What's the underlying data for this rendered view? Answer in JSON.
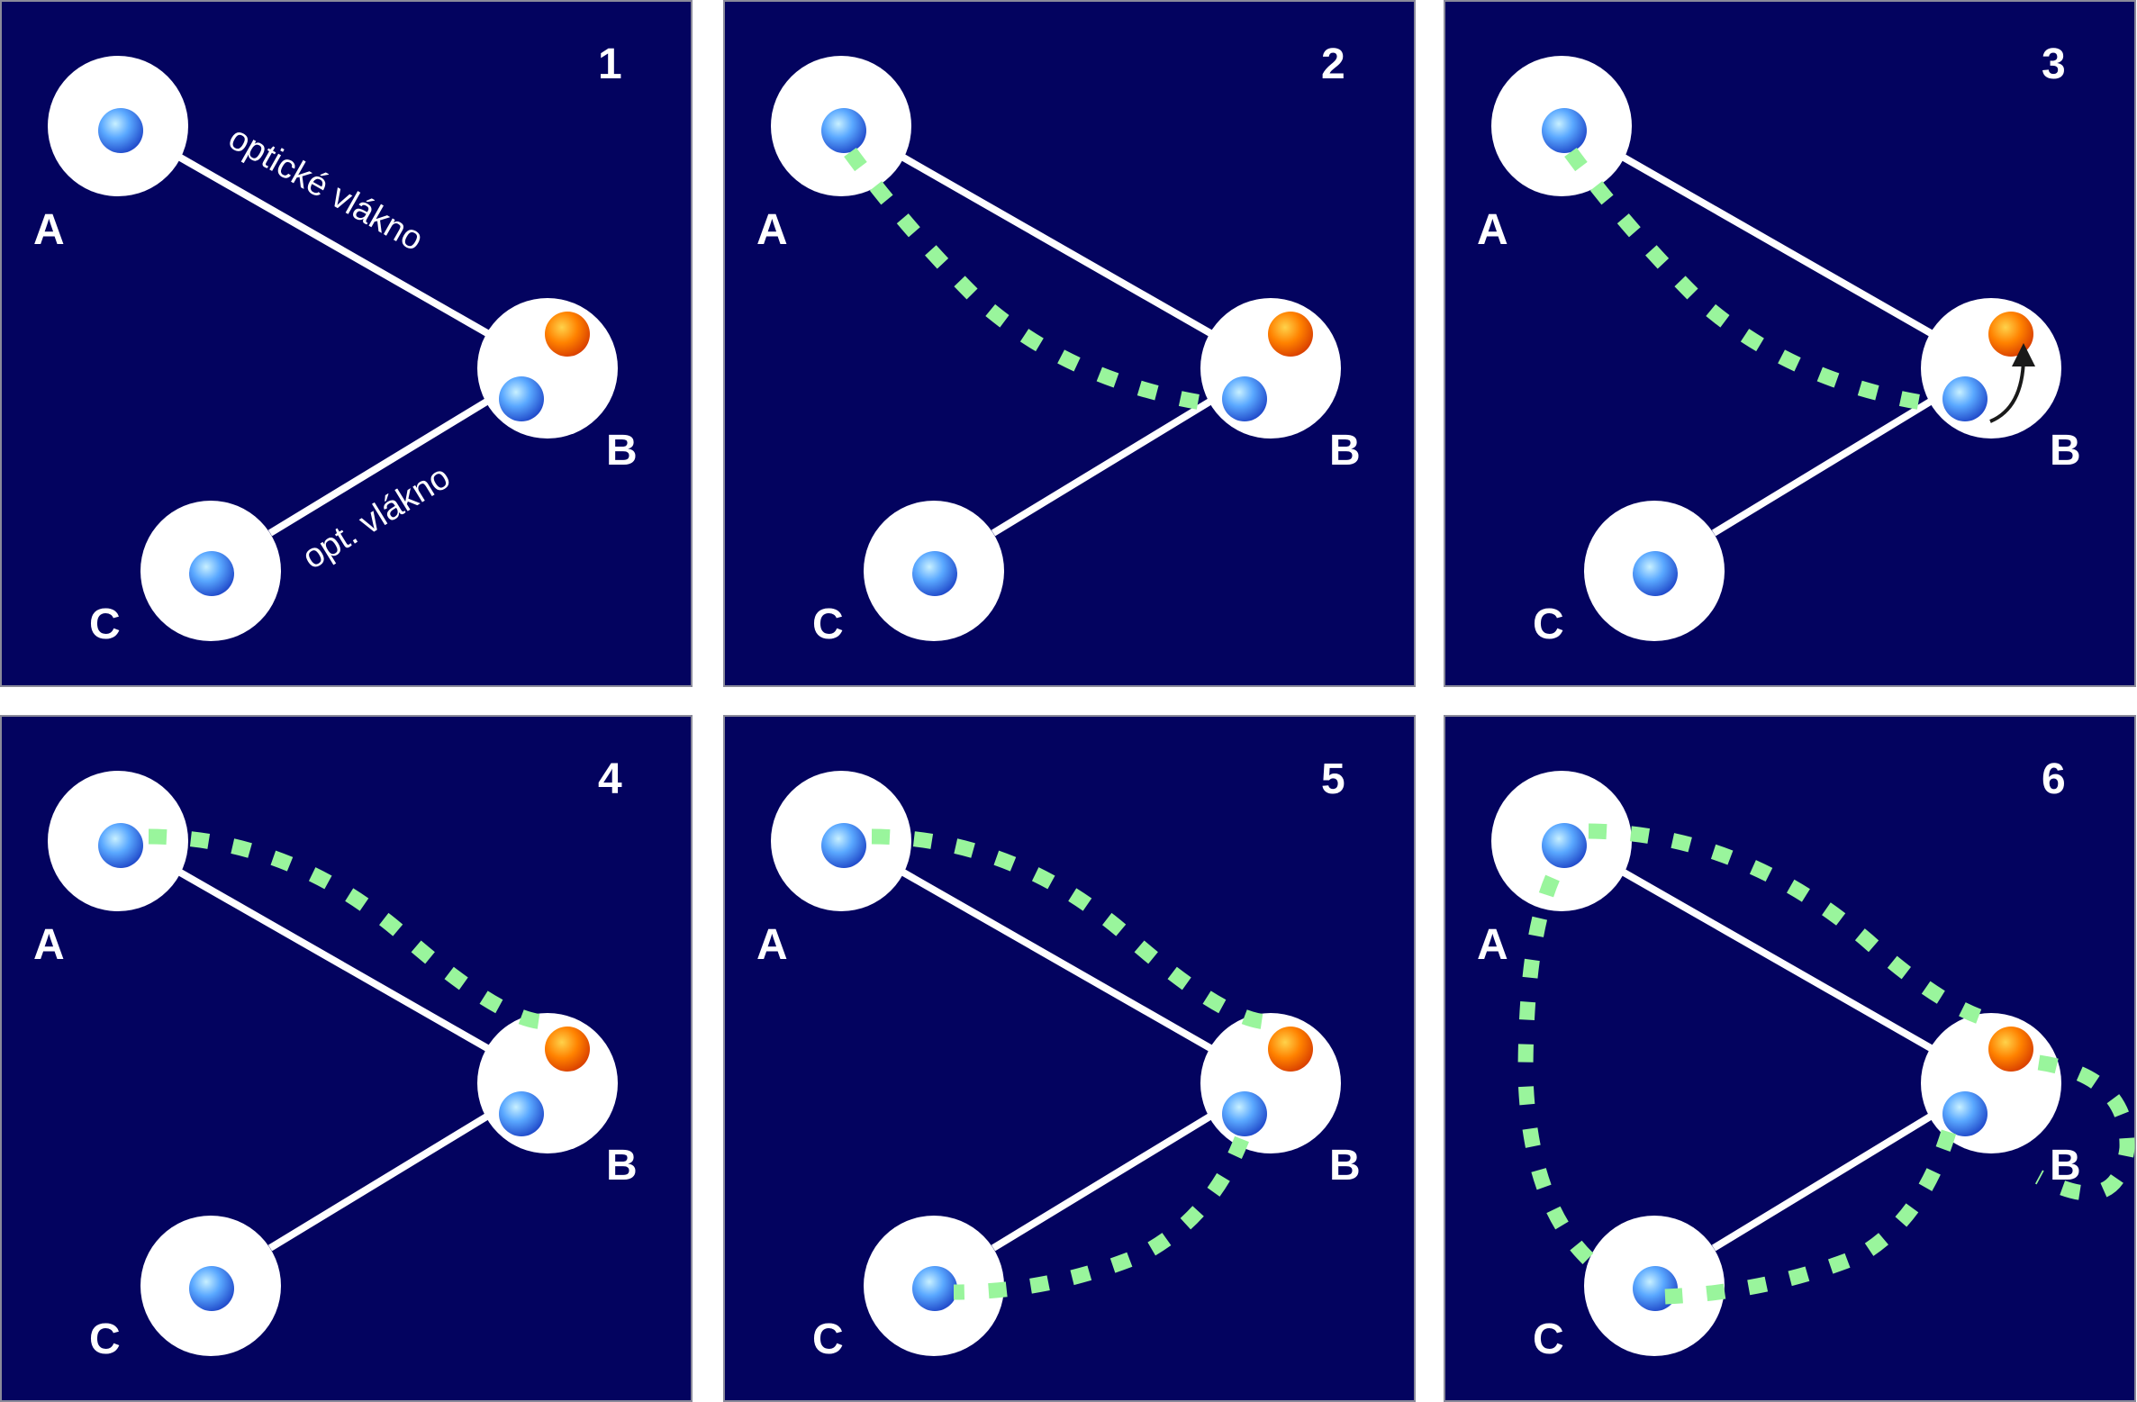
{
  "colors": {
    "panel_background": "#03035f",
    "fiber": "#ffffff",
    "node": "#ffffff",
    "entanglement_link": "#99f59c",
    "qubit_blue": "#3f8fef",
    "qubit_orange": "#f06a00",
    "swap_arrow": "#1a1a1a"
  },
  "nodes": {
    "a": "A",
    "b": "B",
    "c": "C"
  },
  "fiber_labels": {
    "a_b": "optické vlákno",
    "b_c": "opt. vlákno"
  },
  "panels": [
    {
      "number": "1"
    },
    {
      "number": "2"
    },
    {
      "number": "3"
    },
    {
      "number": "4"
    },
    {
      "number": "5"
    },
    {
      "number": "6"
    }
  ]
}
